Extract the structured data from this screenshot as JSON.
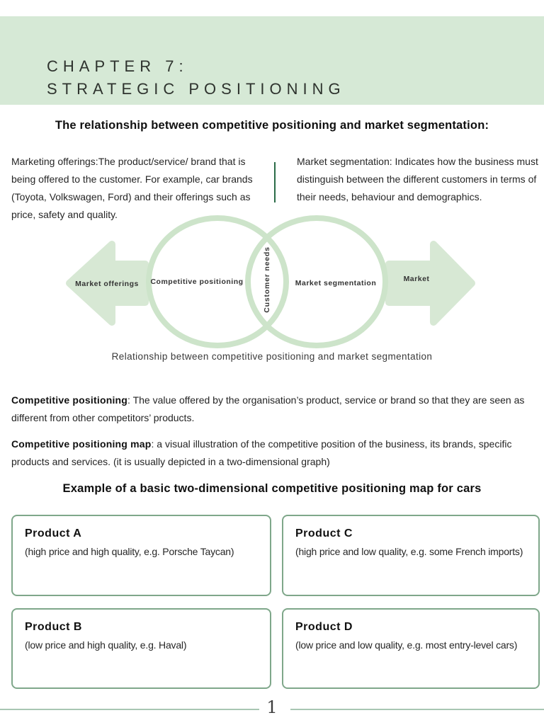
{
  "header": {
    "chapter_line1": "CHAPTER 7:",
    "chapter_line2": "STRATEGIC POSITIONING"
  },
  "relationship_section": {
    "heading": "The relationship between competitive positioning and market segmentation:",
    "marketing_offerings_text": "Marketing offerings:The product/service/ brand that is being offered to the customer. For example, car brands (Toyota, Volkswagen, Ford) and their offerings such as price, safety and quality.",
    "market_segmentation_text": "Market segmentation: Indicates how the business must distinguish between the different customers in terms of their needs, behaviour and demographics."
  },
  "diagram": {
    "left_arrow_label": "Market offerings",
    "left_circle_label": "Competitive positioning",
    "overlap_label": "Customer needs",
    "right_circle_label": "Market segmentation",
    "right_arrow_label": "Market",
    "caption": "Relationship between competitive positioning and market segmentation"
  },
  "definitions": [
    {
      "term": "Competitive positioning",
      "definition": ": The value offered by the organisation’s product, service or brand so that they are seen as different from other competitors’ products."
    },
    {
      "term": "Competitive positioning map",
      "definition": ": a visual illustration of the competitive position of the business, its brands, specific products and services. (it is usually depicted in a two-dimensional graph)"
    }
  ],
  "positioning_map_section": {
    "heading": "Example of a basic two-dimensional competitive positioning map for cars",
    "products": [
      {
        "name": "Product A",
        "desc": "(high price and high quality, e.g. Porsche Taycan)"
      },
      {
        "name": "Product C",
        "desc": "(high price and low quality, e.g. some French imports)"
      },
      {
        "name": "Product B",
        "desc": "(low price and high quality, e.g. Haval)"
      },
      {
        "name": "Product D",
        "desc": "(low price and low quality, e.g. most entry-level cars)"
      }
    ]
  },
  "footer": {
    "page_number": "1"
  },
  "colors": {
    "band_green": "#d6e9d6",
    "circle_stroke_green": "#cde4ca",
    "arrow_fill_green": "#d7e8d4",
    "divider_dark_green": "#2a6b48",
    "box_border_green": "#7fa78a",
    "footer_line_green": "#a8c6b3"
  }
}
